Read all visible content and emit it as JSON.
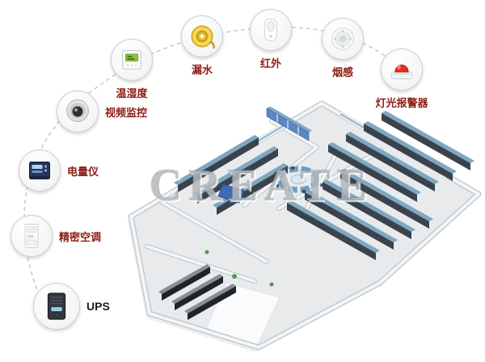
{
  "watermark": "CREATE",
  "colors": {
    "label_text": "#8e1c14",
    "ups_label_text": "#1c1c1c",
    "watermark_gray": "#b3b8bb",
    "arc_dash": "#c9c9c9",
    "rack_top_blue": "#7ea8c2",
    "console_blue": "#6f9cc4",
    "alarm_red": "#e03224",
    "leak_yellow": "#eec433"
  },
  "nodes": [
    {
      "label": "视频监控",
      "icon": "dome-camera-icon"
    },
    {
      "label": "温湿度",
      "icon": "temp-humidity-sensor-icon"
    },
    {
      "label": "漏水",
      "icon": "water-leak-coil-icon"
    },
    {
      "label": "红外",
      "icon": "infrared-sensor-icon"
    },
    {
      "label": "烟感",
      "icon": "smoke-detector-icon"
    },
    {
      "label": "灯光报警器",
      "icon": "strobe-alarm-icon"
    },
    {
      "label": "电量仪",
      "icon": "power-meter-icon"
    },
    {
      "label": "精密空调",
      "icon": "precision-ac-icon"
    },
    {
      "label": "UPS",
      "icon": "ups-icon"
    }
  ],
  "illustration": "isometric-datacenter-floorplan"
}
